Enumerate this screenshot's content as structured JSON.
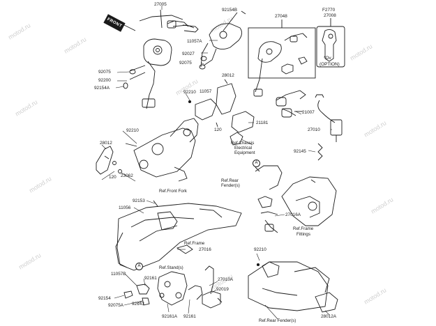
{
  "diagram": {
    "front_tag": "FRONT",
    "circle_marker": "A",
    "watermark": "motod.ru",
    "labels": {
      "p27005": "27005",
      "p92154B": "92154B",
      "p27048": "27048",
      "pF2770": "F2770",
      "p27008": "27008",
      "p11057A": "11057A",
      "p92027": "92027",
      "p92075a": "92075",
      "p92075b": "92075",
      "p92200": "92200",
      "p92154A": "92154A",
      "p28012a": "28012",
      "p92210a": "92210",
      "p11057": "11057",
      "pOption1": "*Ov",
      "pOption2": "(OPTION)",
      "p21007": "21007",
      "p120a": "120",
      "p21181": "21181",
      "p27010": "27010",
      "p92210b": "92210",
      "p28012b": "28012",
      "p120b": "120",
      "p23062": "23062",
      "p92145": "92145",
      "pRefChassis1": "Ref.Chassis",
      "pRefChassis2": "Electrical",
      "pRefChassis3": "Equipment",
      "pRefRearFender1": "Ref.Rear",
      "pRefRearFender2": "Fender(s)",
      "pRefFrontFork": "Ref.Front Fork",
      "p92153": "92153",
      "p11056": "11056",
      "p27016A": "27016A",
      "pRefFrameFit1": "Ref.Frame",
      "pRefFrameFit2": "Fittings",
      "pRefFrame": "Ref.Frame",
      "p27016": "27016",
      "p92210c": "92210",
      "pRefStands": "Ref.Stand(s)",
      "p11057B": "11057B",
      "p92161a": "92161",
      "p27010A": "27010A",
      "p92019": "92019",
      "p92154": "92154",
      "p92075A": "92075A",
      "p92143": "92143",
      "p92161A": "92161A",
      "p92161b": "92161",
      "pRefRearFenders": "Ref.Rear Fender(s)",
      "p28012A": "28012A"
    }
  }
}
